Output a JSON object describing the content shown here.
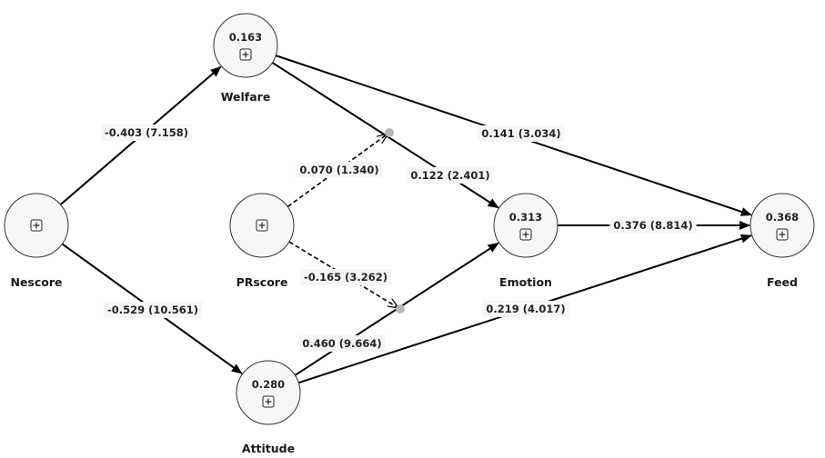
{
  "diagram": {
    "type": "path-model",
    "nodes": [
      {
        "id": "nescore",
        "label": "Nescore",
        "value": null
      },
      {
        "id": "welfare",
        "label": "Welfare",
        "value": "0.163"
      },
      {
        "id": "prscore",
        "label": "PRscore",
        "value": null
      },
      {
        "id": "attitude",
        "label": "Attitude",
        "value": "0.280"
      },
      {
        "id": "emotion",
        "label": "Emotion",
        "value": "0.313"
      },
      {
        "id": "feed",
        "label": "Feed",
        "value": "0.368"
      }
    ],
    "edges": [
      {
        "id": "nescore-welfare",
        "from": "nescore",
        "to": "welfare",
        "label": "-0.403 (7.158)",
        "style": "solid"
      },
      {
        "id": "nescore-attitude",
        "from": "nescore",
        "to": "attitude",
        "label": "-0.529 (10.561)",
        "style": "solid"
      },
      {
        "id": "welfare-emotion",
        "from": "welfare",
        "to": "emotion",
        "label": "0.122 (2.401)",
        "style": "solid"
      },
      {
        "id": "welfare-feed",
        "from": "welfare",
        "to": "feed",
        "label": "0.141 (3.034)",
        "style": "solid"
      },
      {
        "id": "attitude-emotion",
        "from": "attitude",
        "to": "emotion",
        "label": "0.460 (9.664)",
        "style": "solid"
      },
      {
        "id": "attitude-feed",
        "from": "attitude",
        "to": "feed",
        "label": "0.219 (4.017)",
        "style": "solid"
      },
      {
        "id": "emotion-feed",
        "from": "emotion",
        "to": "feed",
        "label": "0.376 (8.814)",
        "style": "solid"
      },
      {
        "id": "prscore-welfare-emotion",
        "from": "prscore",
        "to": "welfare-emotion",
        "label": "0.070 (1.340)",
        "style": "dashed"
      },
      {
        "id": "prscore-attitude-emotion",
        "from": "prscore",
        "to": "attitude-emotion",
        "label": "-0.165 (3.262)",
        "style": "dashed"
      }
    ],
    "icons": {
      "expand": "plus-square-icon"
    }
  }
}
